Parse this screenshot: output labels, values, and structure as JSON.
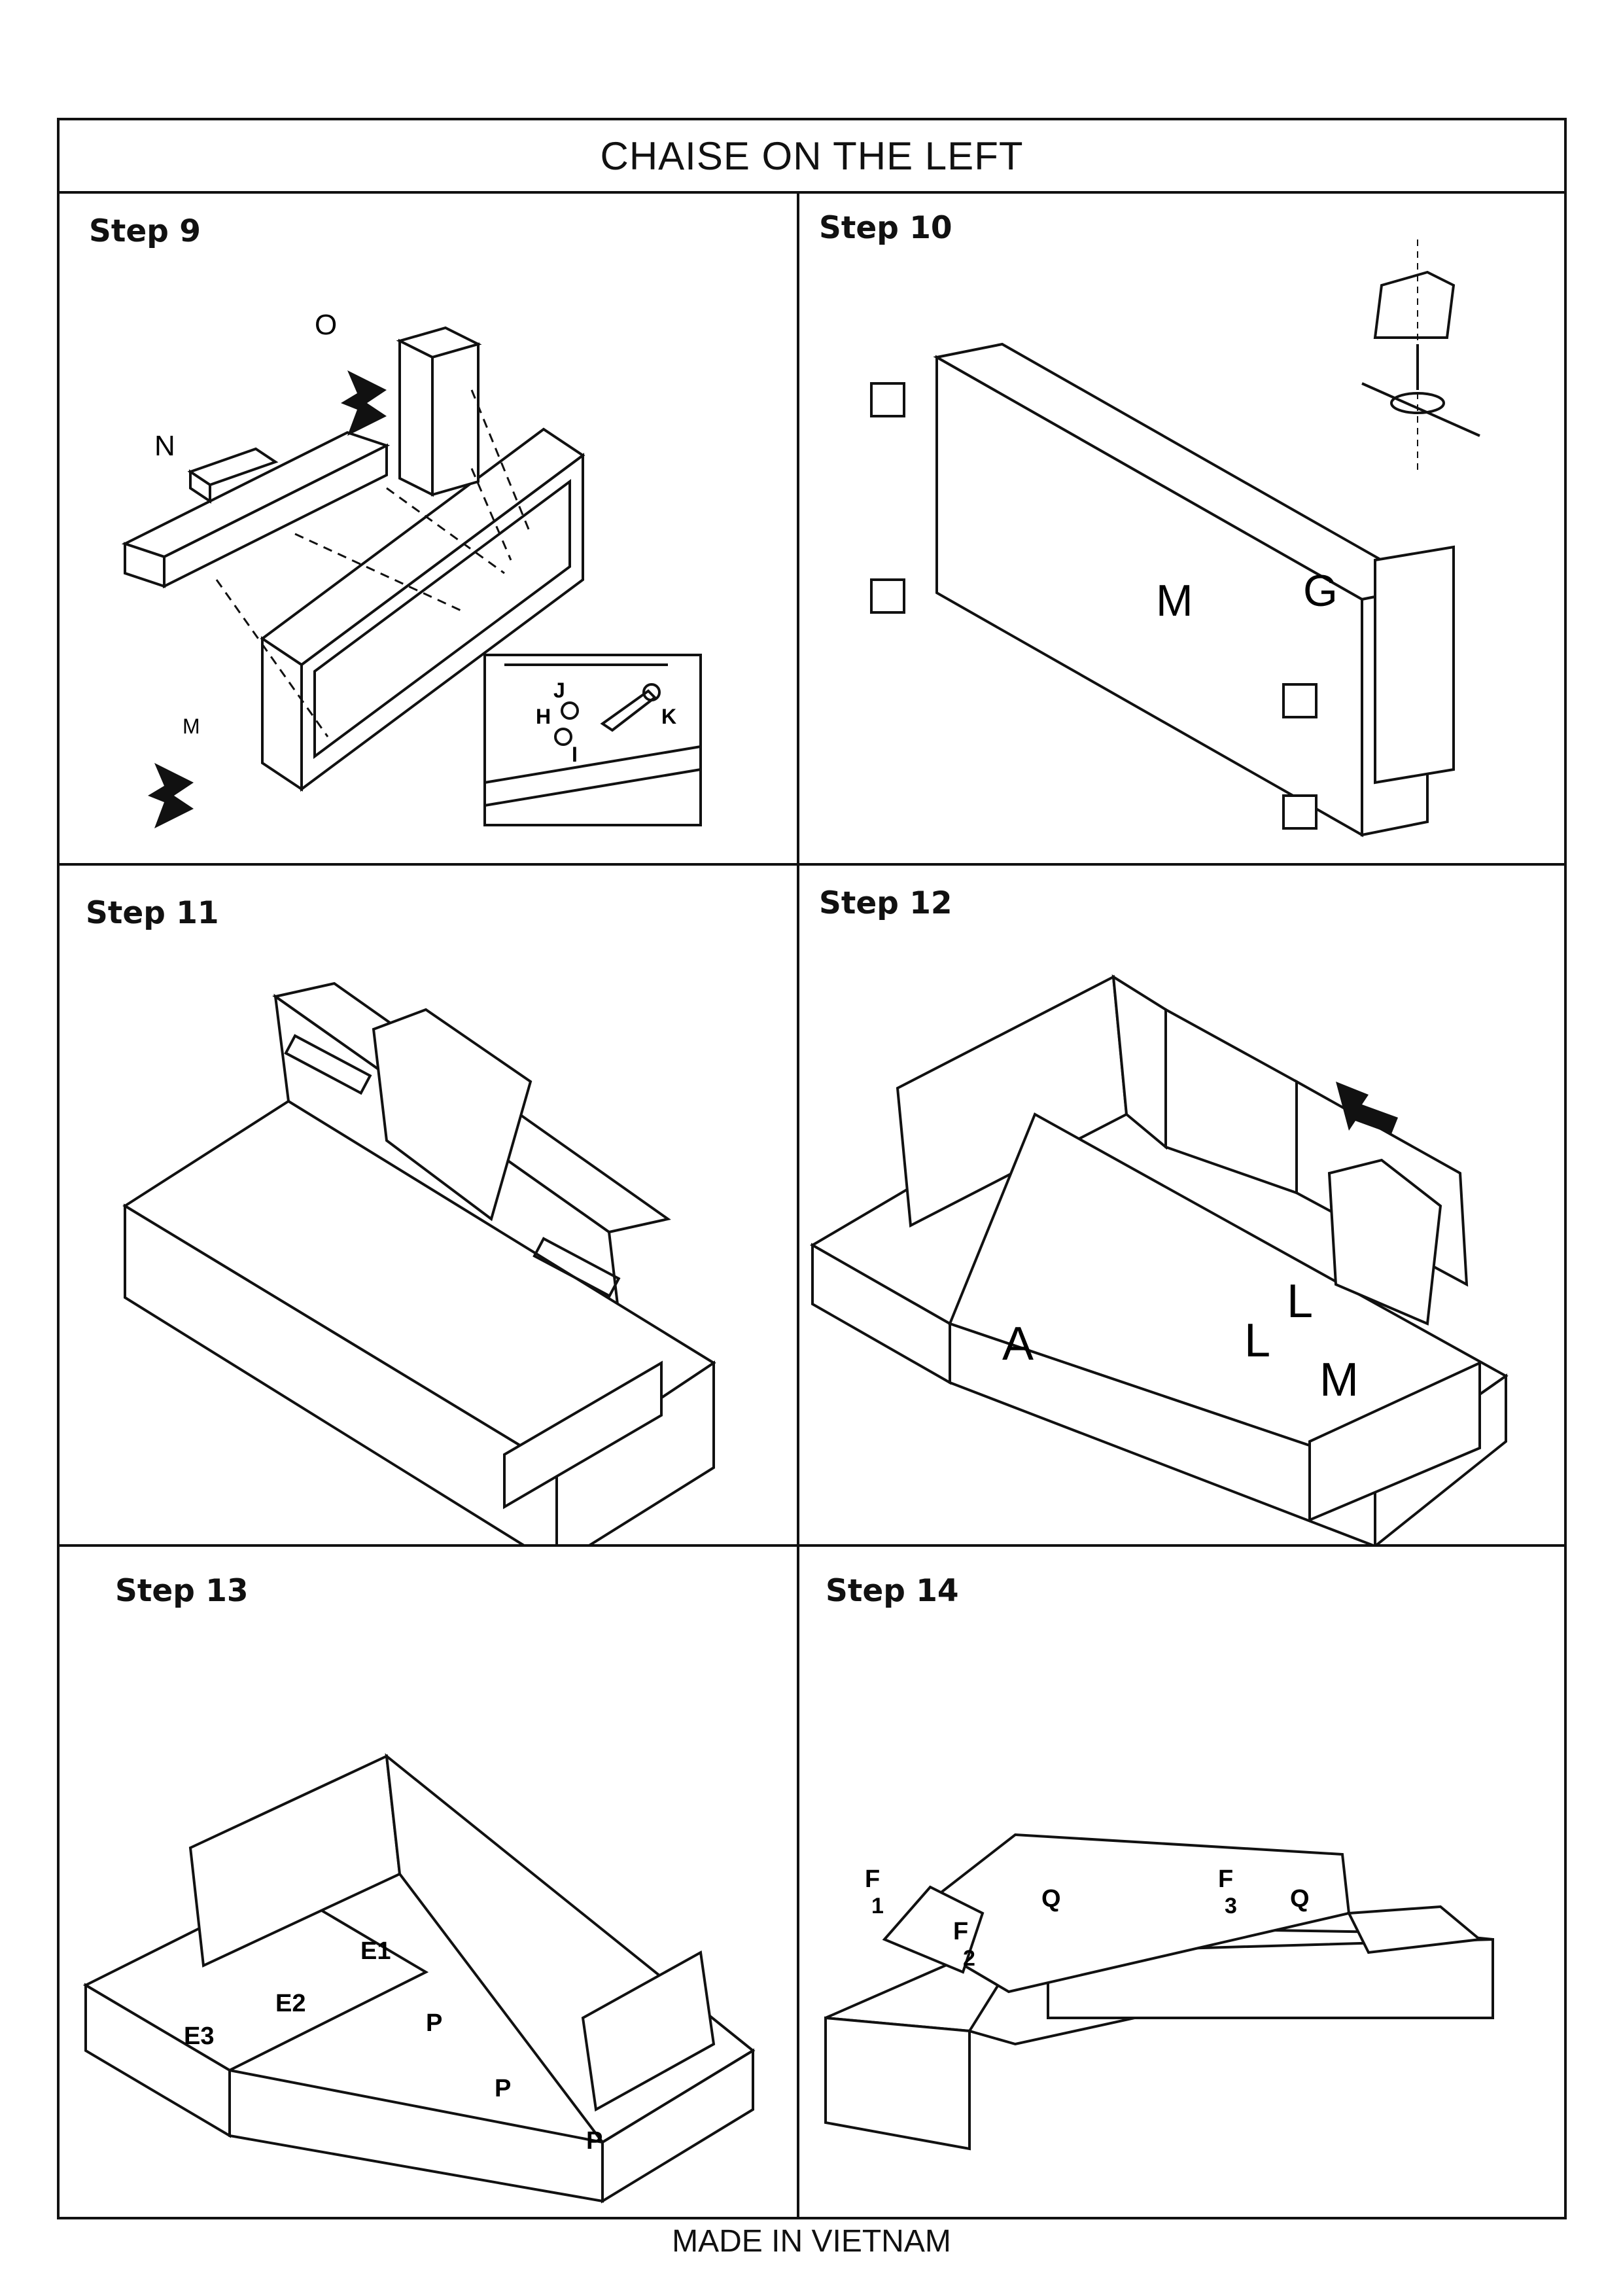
{
  "title": "CHAISE ON THE LEFT",
  "footer": "MADE IN VIETNAM",
  "steps": [
    {
      "label": "Step 9",
      "parts": [
        "O",
        "N",
        "M",
        "J",
        "H",
        "I",
        "K"
      ]
    },
    {
      "label": "Step 10",
      "parts": [
        "M",
        "G"
      ]
    },
    {
      "label": "Step 11",
      "parts": []
    },
    {
      "label": "Step 12",
      "parts": [
        "A",
        "L",
        "L",
        "M"
      ]
    },
    {
      "label": "Step 13",
      "parts": [
        "E1",
        "E2",
        "E3",
        "P",
        "P",
        "P"
      ]
    },
    {
      "label": "Step 14",
      "parts": [
        "F",
        "F",
        "F",
        "Q",
        "Q"
      ],
      "numbers": [
        "1",
        "2",
        "3"
      ]
    }
  ]
}
